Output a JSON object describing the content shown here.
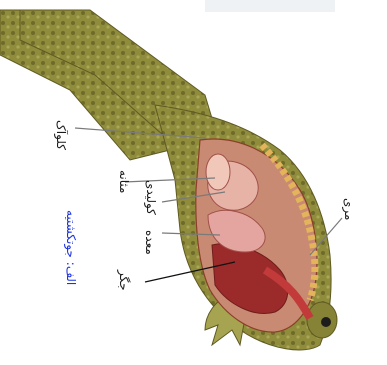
{
  "diagram": {
    "caption": "الف: جوتکشتیه",
    "labels": {
      "cloaca": "کلوآک",
      "bladder": "مثانه",
      "intestine": "کولیدی",
      "stomach": "معده",
      "liver": "جگر",
      "esophagus": "مری"
    }
  },
  "colors": {
    "caption": "#1d33e0",
    "skin": "#8d8a3a",
    "leader": "#7a7a7a"
  }
}
